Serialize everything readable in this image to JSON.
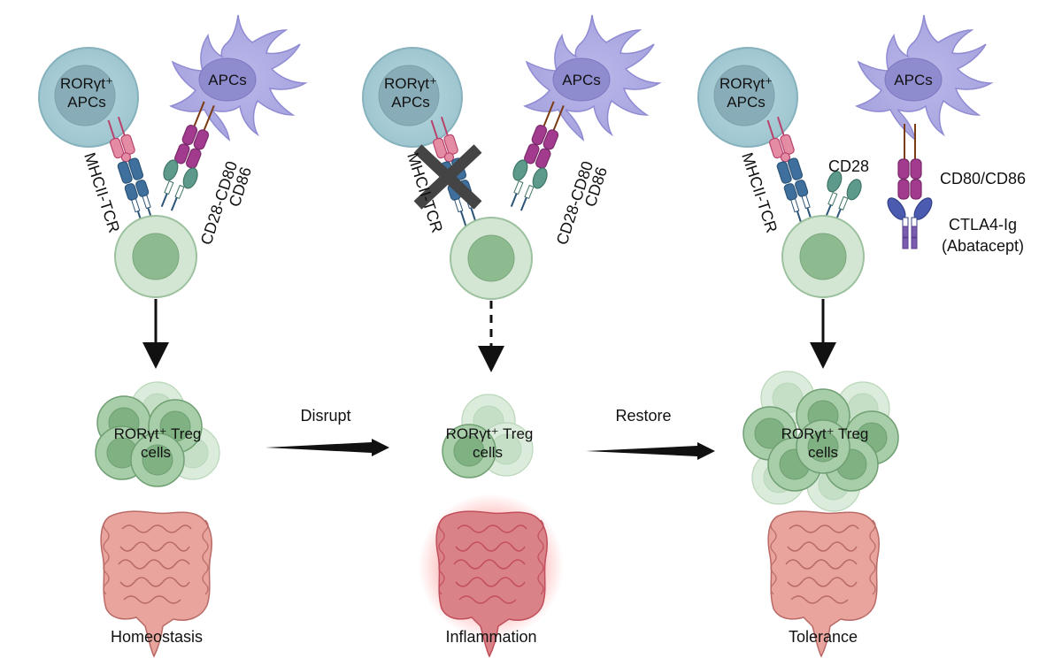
{
  "panels": [
    {
      "roryt_apc_label_1": "RORγt⁺",
      "roryt_apc_label_2": "APCs",
      "apc_label": "APCs",
      "mhc_label": "MHCII-TCR",
      "cd28_label": "CD28-CD80",
      "cd86_label": "CD86",
      "treg_label_1": "RORγt⁺ Treg",
      "treg_label_2": "cells",
      "outcome": "Homeostasis"
    },
    {
      "roryt_apc_label_1": "RORγt⁺",
      "roryt_apc_label_2": "APCs",
      "apc_label": "APCs",
      "mhc_label": "MHCII-TCR",
      "cd28_label": "CD28-CD80",
      "cd86_label": "CD86",
      "treg_label_1": "RORγt⁺ Treg",
      "treg_label_2": "cells",
      "outcome": "Inflammation"
    },
    {
      "roryt_apc_label_1": "RORγt⁺",
      "roryt_apc_label_2": "APCs",
      "apc_label": "APCs",
      "mhc_label": "MHCII-TCR",
      "cd28_label": "CD28",
      "cd80_cd86_label": "CD80/CD86",
      "ctla4_label_1": "CTLA4-Ig",
      "ctla4_label_2": "(Abatacept)",
      "treg_label_1": "RORγt⁺ Treg",
      "treg_label_2": "cells",
      "outcome": "Tolerance"
    }
  ],
  "transitions": {
    "disrupt": "Disrupt",
    "restore": "Restore"
  },
  "colors": {
    "roryt_apc": "#a9cdd6",
    "apc": "#b0aee3",
    "treg": "#cfe3cf",
    "treg_nucleus": "#8dba8f",
    "mhc": "#e07f9c",
    "tcr": "#3f6f9c",
    "cd80": "#a23b8e",
    "cd28": "#5d9a8b",
    "ctla4": "#4a5bb0",
    "gut": "#e7a39b",
    "gut_inflamed": "#d9534f"
  }
}
